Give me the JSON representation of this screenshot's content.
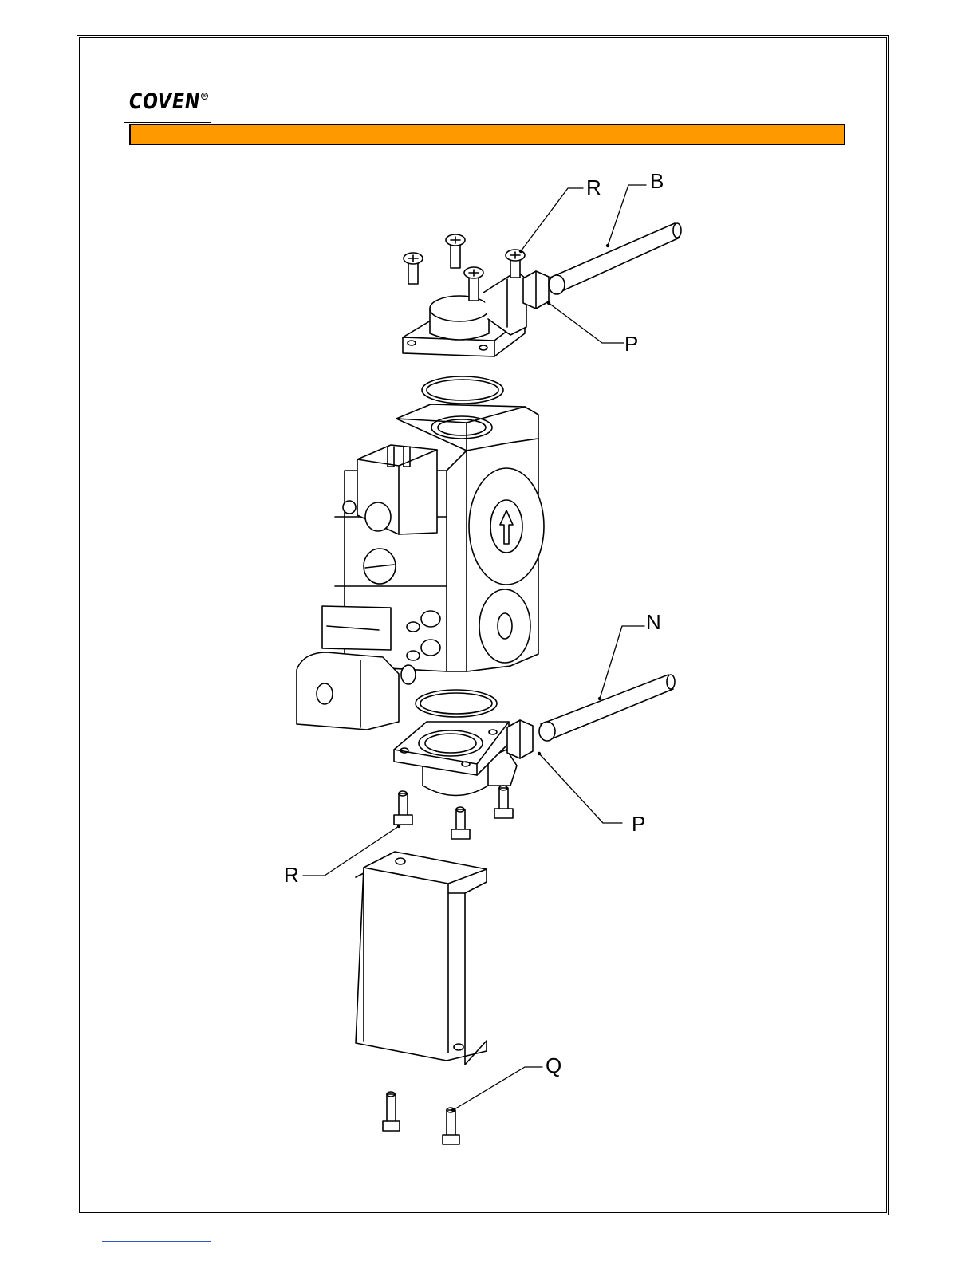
{
  "header": {
    "brand": "COVEN",
    "brand_mark": "®"
  },
  "callouts": {
    "r_top": "R",
    "b": "B",
    "p_top": "P",
    "n": "N",
    "p_bottom": "P",
    "r_bottom": "R",
    "q": "Q"
  },
  "colors": {
    "header_bar": "#ff9900",
    "ink": "#000000"
  }
}
